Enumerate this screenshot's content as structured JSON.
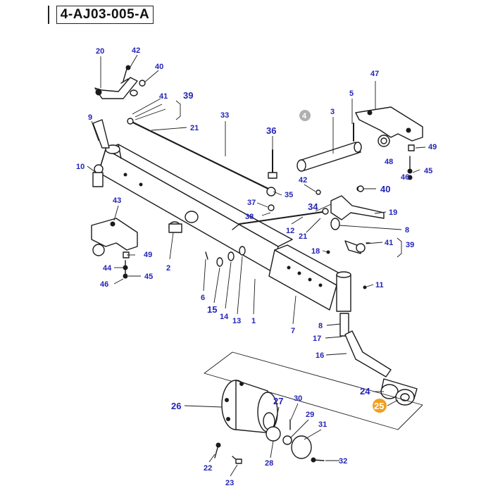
{
  "header": {
    "code": "4-AJ03-005-A"
  },
  "callouts": [
    {
      "id": "20",
      "text": "20"
    },
    {
      "id": "42a",
      "text": "42"
    },
    {
      "id": "40a",
      "text": "40"
    },
    {
      "id": "41a",
      "text": "41"
    },
    {
      "id": "39a",
      "text": "39"
    },
    {
      "id": "9",
      "text": "9"
    },
    {
      "id": "33",
      "text": "33"
    },
    {
      "id": "21a",
      "text": "21"
    },
    {
      "id": "4",
      "text": "4"
    },
    {
      "id": "3",
      "text": "3"
    },
    {
      "id": "5",
      "text": "5"
    },
    {
      "id": "47",
      "text": "47"
    },
    {
      "id": "49a",
      "text": "49"
    },
    {
      "id": "48",
      "text": "48"
    },
    {
      "id": "45a",
      "text": "45"
    },
    {
      "id": "46a",
      "text": "46"
    },
    {
      "id": "10",
      "text": "10"
    },
    {
      "id": "36",
      "text": "36"
    },
    {
      "id": "42b",
      "text": "42"
    },
    {
      "id": "40b",
      "text": "40"
    },
    {
      "id": "35",
      "text": "35"
    },
    {
      "id": "34",
      "text": "34"
    },
    {
      "id": "37",
      "text": "37"
    },
    {
      "id": "38",
      "text": "38"
    },
    {
      "id": "19",
      "text": "19"
    },
    {
      "id": "43",
      "text": "43"
    },
    {
      "id": "12",
      "text": "12"
    },
    {
      "id": "21b",
      "text": "21"
    },
    {
      "id": "8a",
      "text": "8"
    },
    {
      "id": "41b",
      "text": "41"
    },
    {
      "id": "39b",
      "text": "39"
    },
    {
      "id": "18",
      "text": "18"
    },
    {
      "id": "49b",
      "text": "49"
    },
    {
      "id": "2",
      "text": "2"
    },
    {
      "id": "44",
      "text": "44"
    },
    {
      "id": "45b",
      "text": "45"
    },
    {
      "id": "46b",
      "text": "46"
    },
    {
      "id": "6",
      "text": "6"
    },
    {
      "id": "15",
      "text": "15"
    },
    {
      "id": "14",
      "text": "14"
    },
    {
      "id": "13",
      "text": "13"
    },
    {
      "id": "1",
      "text": "1"
    },
    {
      "id": "11",
      "text": "11"
    },
    {
      "id": "7",
      "text": "7"
    },
    {
      "id": "8b",
      "text": "8"
    },
    {
      "id": "17",
      "text": "17"
    },
    {
      "id": "16",
      "text": "16"
    },
    {
      "id": "24",
      "text": "24"
    },
    {
      "id": "26",
      "text": "26"
    },
    {
      "id": "27",
      "text": "27"
    },
    {
      "id": "30",
      "text": "30"
    },
    {
      "id": "25",
      "text": "25"
    },
    {
      "id": "29",
      "text": "29"
    },
    {
      "id": "31",
      "text": "31"
    },
    {
      "id": "28",
      "text": "28"
    },
    {
      "id": "22",
      "text": "22"
    },
    {
      "id": "32",
      "text": "32"
    },
    {
      "id": "23",
      "text": "23"
    }
  ],
  "colors": {
    "label": "#2323b8",
    "highlight": "#f0a020",
    "muted": "#b0b0b0",
    "line": "#1a1a1a"
  }
}
